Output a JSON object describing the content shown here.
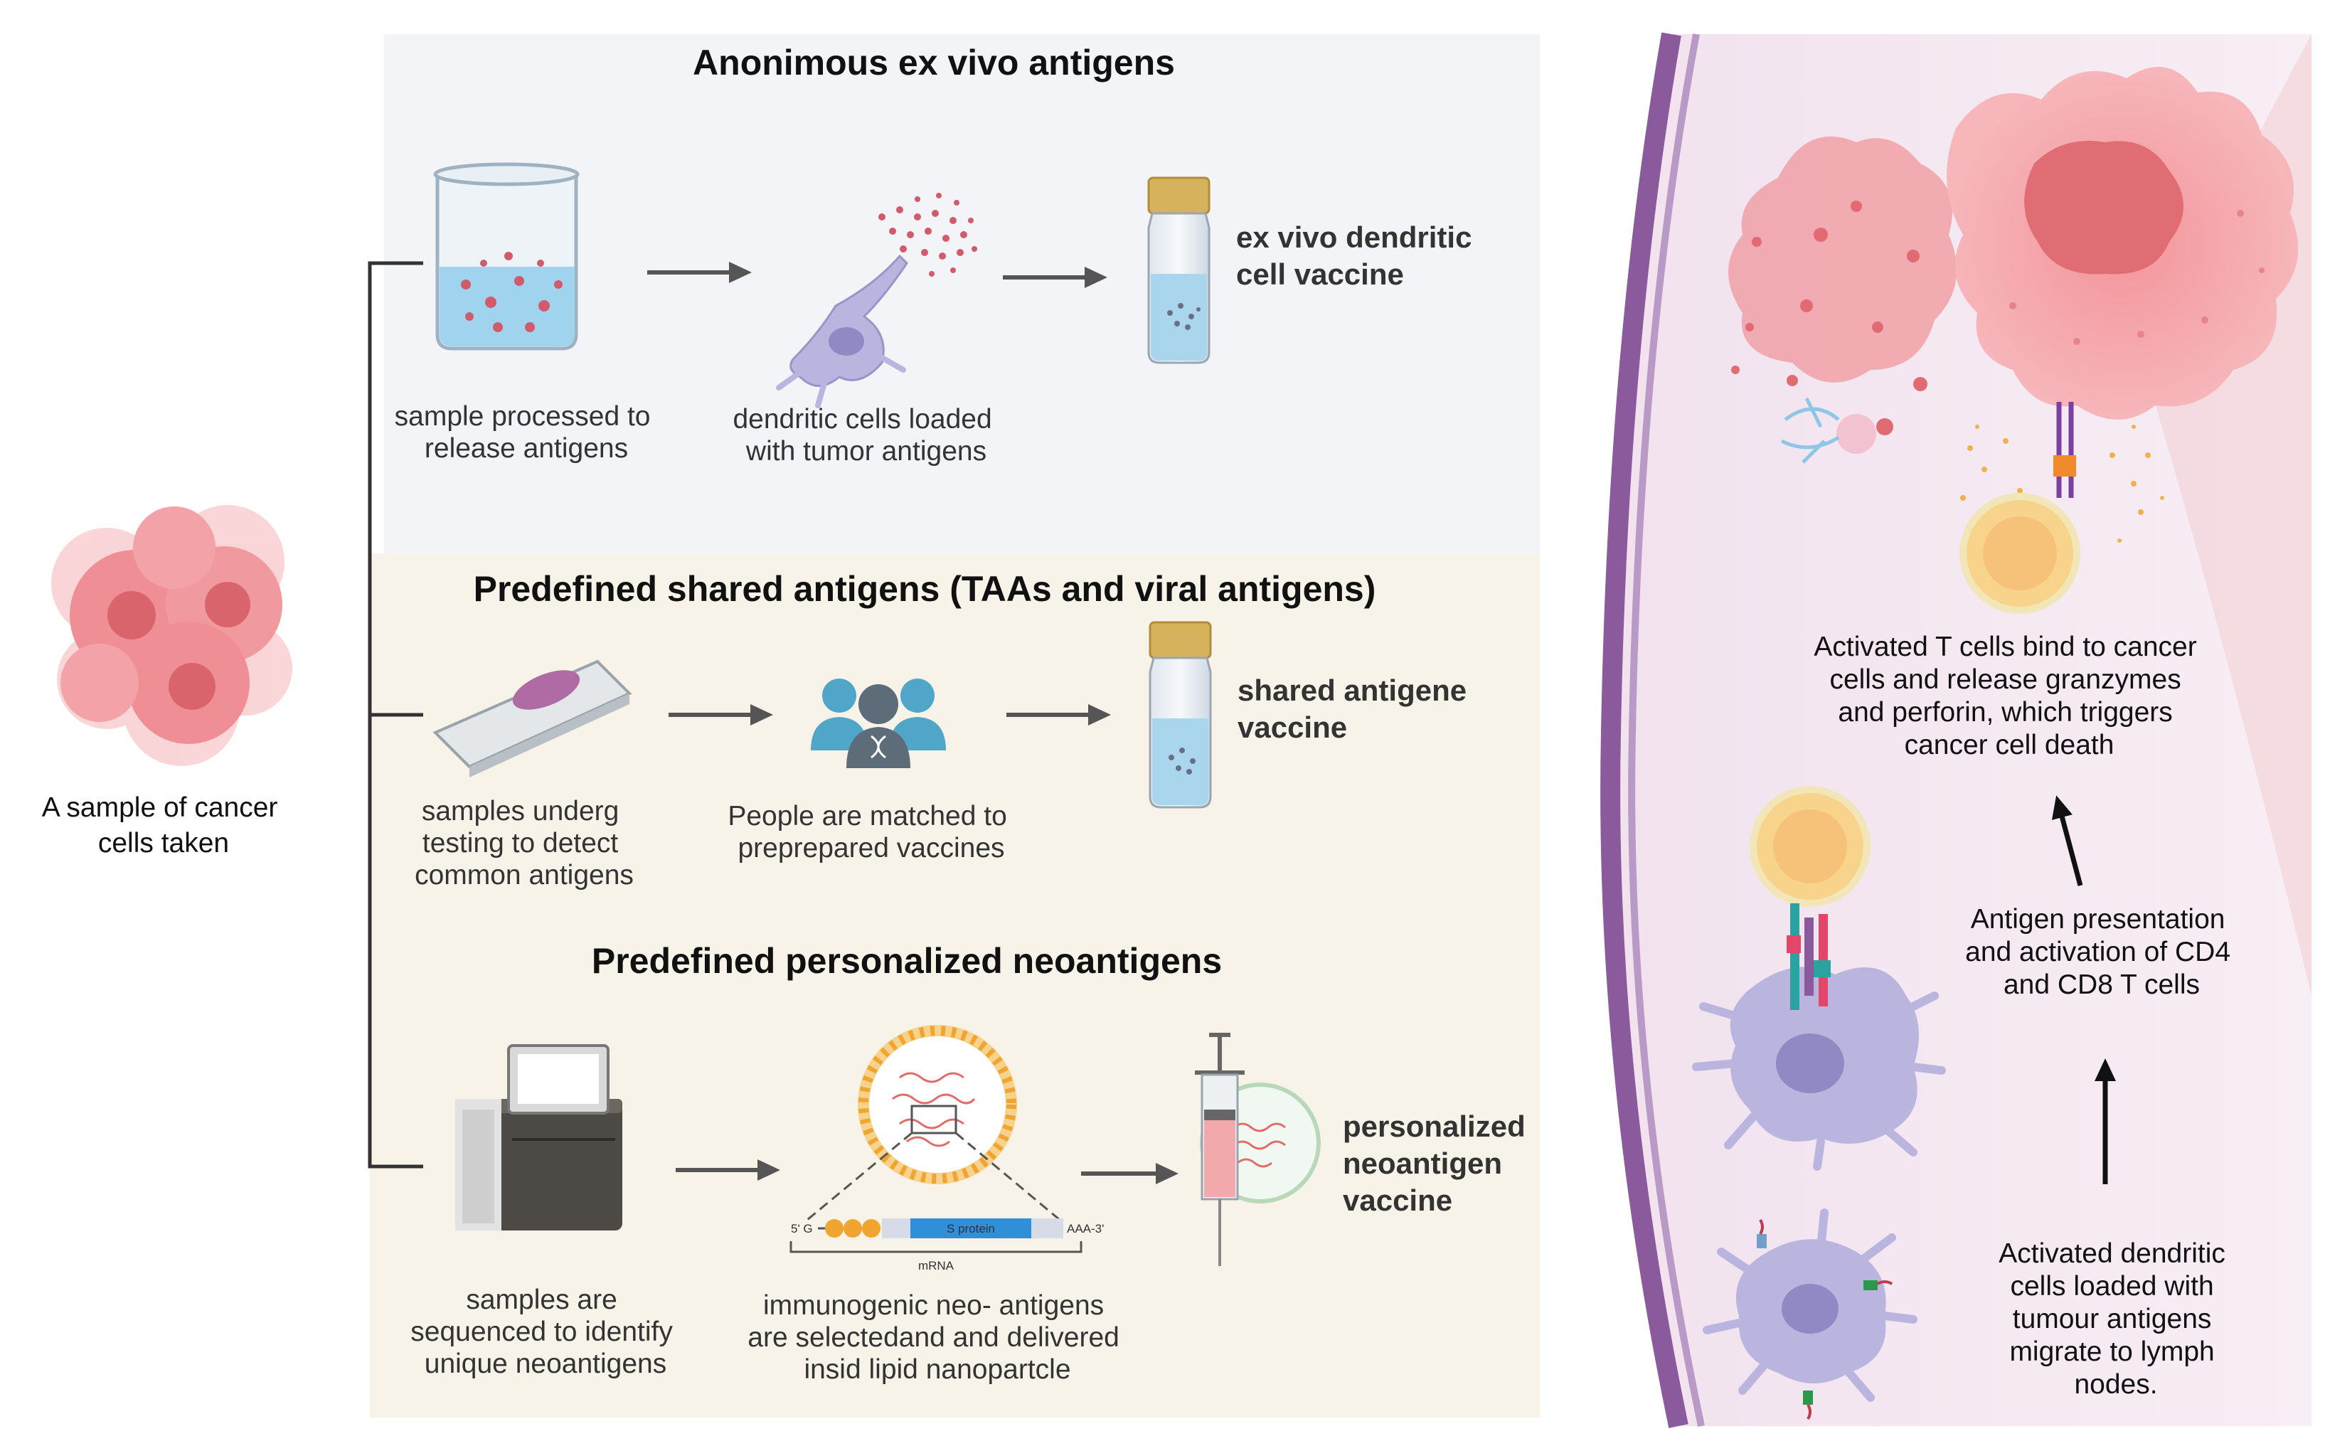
{
  "left": {
    "sample_caption": [
      "A sample of cancer",
      "cells taken"
    ]
  },
  "panel_top": {
    "title": "Anonimous ex vivo antigens",
    "step1": [
      "sample processed to",
      "release antigens"
    ],
    "step2": [
      "dendritic cells loaded",
      "with tumor antigens"
    ],
    "vaccine": [
      "ex vivo dendritic",
      "cell vaccine"
    ]
  },
  "panel_middle": {
    "title": "Predefined shared antigens (TAAs and viral antigens)",
    "step1": [
      "samples underg",
      "testing to detect",
      "common antigens"
    ],
    "step2": [
      "People are matched to",
      "preprepared vaccines"
    ],
    "vaccine": [
      "shared antigene",
      "vaccine"
    ]
  },
  "panel_bottom": {
    "title": "Predefined personalized neoantigens",
    "step1": [
      "samples are",
      "sequenced to identify",
      "unique neoantigens"
    ],
    "step2": [
      "immunogenic neo- antigens",
      "are selectedand and delivered",
      "insid lipid nanopartcle"
    ],
    "vaccine": [
      "personalized",
      "neoantigen",
      "vaccine"
    ],
    "mrna": {
      "five_prime": "5' G",
      "three_prime": "AAA-3'",
      "protein": "S protein",
      "label": "mRNA"
    }
  },
  "right": {
    "kill": [
      "Activated T cells bind to cancer",
      "cells and release granzymes",
      "and perforin, which triggers",
      "cancer cell death"
    ],
    "presentation": [
      "Antigen presentation",
      "and activation of CD4",
      "and CD8 T cells"
    ],
    "migration": [
      "Activated dendritic",
      "cells loaded with",
      "tumour antigens",
      "migrate to lymph",
      "nodes."
    ]
  },
  "colors": {
    "panel_top_bg": "#f3f4f8",
    "panel_mid_bg": "#f8f3e8",
    "lymph_bg": "#f5e9f3",
    "membrane": "#8b5a9c",
    "cancer": "#ee8a90",
    "dendritic": "#b8b4dc",
    "tcell": "#f8d38c",
    "arrow": "#555555"
  }
}
